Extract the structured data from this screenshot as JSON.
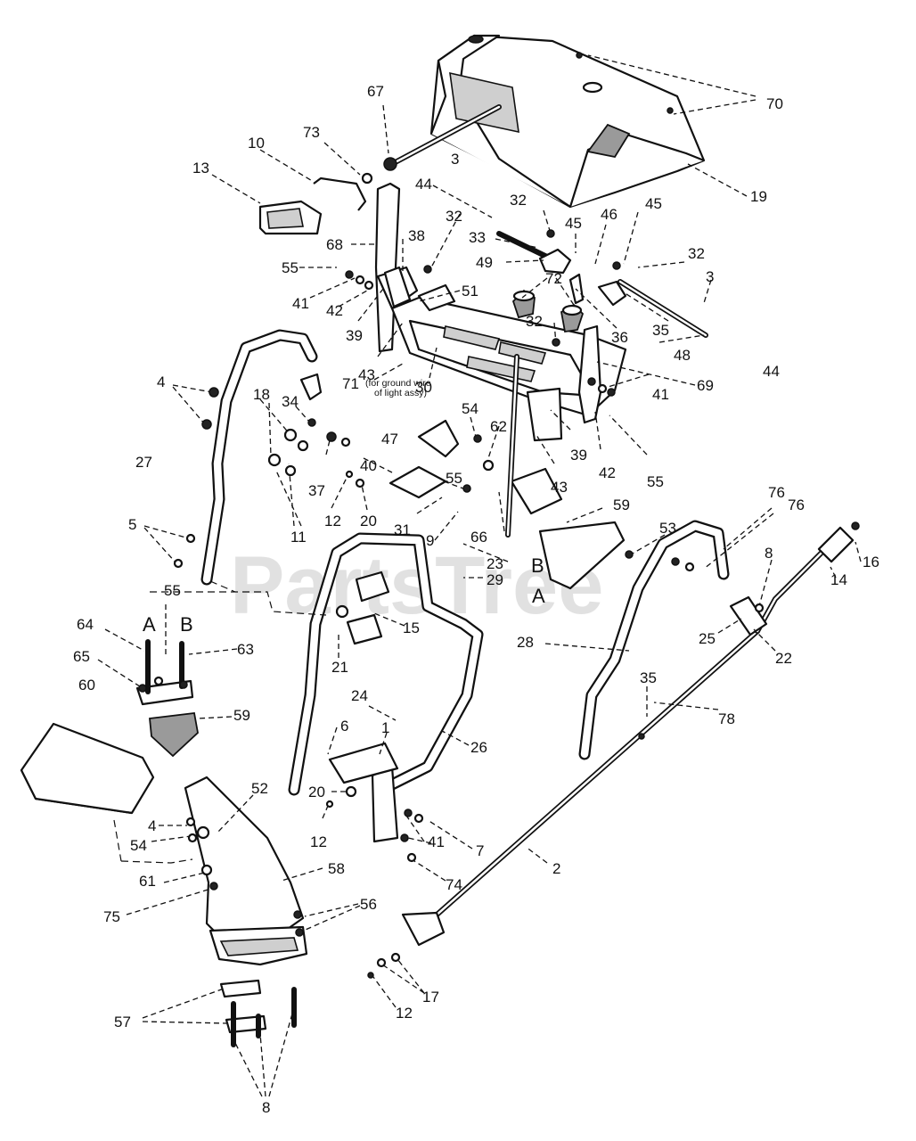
{
  "watermark": "PartsTree",
  "ground_note": {
    "line1": "(for ground wire",
    "line2": "of light assy)"
  },
  "section_marks": {
    "a_upper": "B",
    "b_upper": "A",
    "a_lower": "A",
    "b_lower": "B"
  },
  "callouts": {
    "c70": "70",
    "c67": "67",
    "c73": "73",
    "c10": "10",
    "c13": "13",
    "c19": "19",
    "c3a": "3",
    "c44a": "44",
    "c32a": "32",
    "c32b": "32",
    "c45a": "45",
    "c46": "46",
    "c45b": "45",
    "c33": "33",
    "c49": "49",
    "c32c": "32",
    "c3b": "3",
    "c68": "68",
    "c38": "38",
    "c55a": "55",
    "c41a": "41",
    "c42a": "42",
    "c39a": "39",
    "c51": "51",
    "c72": "72",
    "c32d": "32",
    "c36": "36",
    "c48": "48",
    "c35a": "35",
    "c44b": "44",
    "c43a": "43",
    "c30": "30",
    "c69": "69",
    "c71": "71",
    "c4a": "4",
    "c18": "18",
    "c34": "34",
    "c41b": "41",
    "c27": "27",
    "c47": "47",
    "c54a": "54",
    "c62": "62",
    "c39b": "39",
    "c42b": "42",
    "c55b": "55",
    "c43b": "43",
    "c40": "40",
    "c37": "37",
    "c11": "11",
    "c12a": "12",
    "c20a": "20",
    "c31": "31",
    "c55c": "55",
    "c9": "9",
    "c66": "66",
    "c59a": "59",
    "c5": "5",
    "c23": "23",
    "c29": "29",
    "c53": "53",
    "c76a": "76",
    "c76b": "76",
    "c8a": "8",
    "c16": "16",
    "c14": "14",
    "c55d": "55",
    "c15": "15",
    "c21": "21",
    "c64": "64",
    "c63": "63",
    "c65": "65",
    "c25": "25",
    "c22": "22",
    "c28": "28",
    "c60": "60",
    "c59b": "59",
    "c35b": "35",
    "c78": "78",
    "c24": "24",
    "c6": "6",
    "c1": "1",
    "c26": "26",
    "c52": "52",
    "c20b": "20",
    "c4b": "4",
    "c54b": "54",
    "c12b": "12",
    "c41c": "41",
    "c7": "7",
    "c2": "2",
    "c58": "58",
    "c61": "61",
    "c74": "74",
    "c75": "75",
    "c56": "56",
    "c17": "17",
    "c12c": "12",
    "c57": "57",
    "c8b": "8"
  }
}
